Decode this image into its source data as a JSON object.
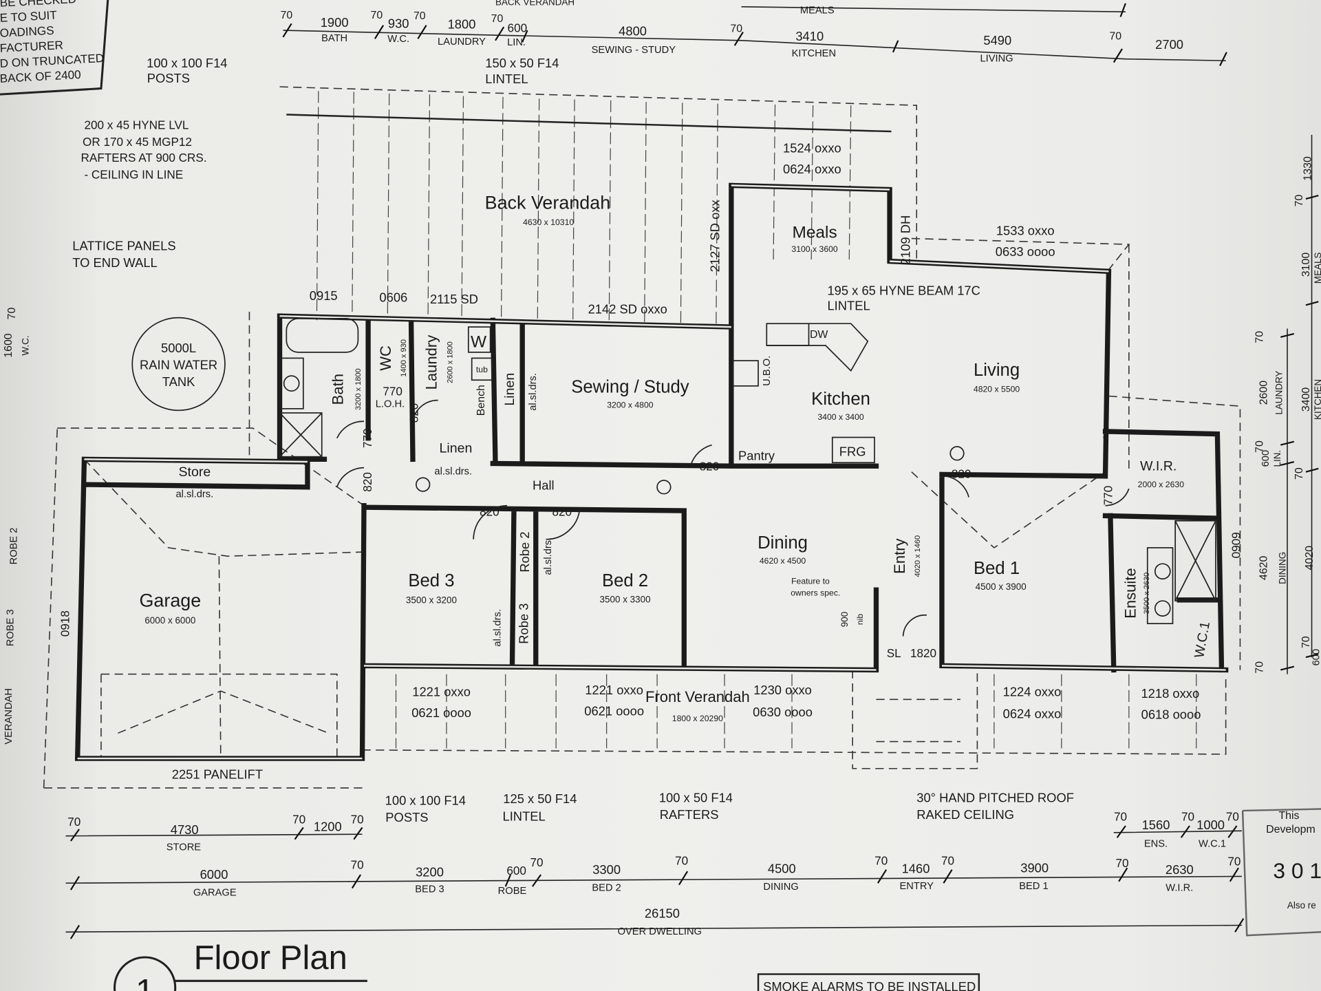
{
  "notes_box": {
    "lines": [
      "BE CHECKED",
      "E TO SUIT",
      "OADINGS",
      "FACTURER",
      "D ON TRUNCATED",
      "BACK OF 2400"
    ]
  },
  "dims_top": {
    "back_verandah": "BACK VERANDAH",
    "meals": "MEALS",
    "values": [
      "70",
      "1900",
      "70",
      "930",
      "70",
      "1800",
      "70",
      "600",
      "4800",
      "70",
      "3410",
      "5490",
      "70",
      "2700"
    ],
    "names": [
      "BATH",
      "W.C.",
      "LAUNDRY",
      "LIN.",
      "SEWING - STUDY",
      "KITCHEN",
      "LIVING"
    ]
  },
  "dims_right": {
    "values": [
      "1330",
      "70",
      "3100",
      "70",
      "2600",
      "3400",
      "70",
      "600",
      "70",
      "4620",
      "4020",
      "70",
      "70",
      "600"
    ],
    "names": [
      "MEALS",
      "LAUNDRY",
      "KITCHEN",
      "LIN.",
      "DINING"
    ]
  },
  "dims_left": {
    "values": [
      "70",
      "1600"
    ],
    "names": [
      "W.C.",
      "ROBE 2",
      "ROBE 3",
      "VERANDAH"
    ]
  },
  "dims_bottom": {
    "row1": [
      "70",
      "4730",
      "70",
      "1200",
      "70"
    ],
    "row1_names": [
      "STORE"
    ],
    "row1_right": [
      "70",
      "1560",
      "70",
      "1000",
      "70"
    ],
    "row1_right_names": [
      "ENS.",
      "W.C.1"
    ],
    "row2": [
      "6000",
      "70",
      "3200",
      "600",
      "70",
      "3300",
      "70",
      "4500",
      "70",
      "1460",
      "70",
      "3900",
      "70",
      "2630",
      "70"
    ],
    "row2_names": [
      "GARAGE",
      "BED 3",
      "ROBE",
      "BED 2",
      "DINING",
      "ENTRY",
      "BED 1",
      "W.I.R."
    ],
    "total": "26150",
    "total_name": "OVER DWELLING"
  },
  "annotations": {
    "posts_top": [
      "100 x 100 F14",
      "POSTS"
    ],
    "lintel_top": [
      "150 x 50 F14",
      "LINTEL"
    ],
    "rafters_top": [
      "200 x 45 HYNE LVL",
      "OR 170 x 45 MGP12",
      "RAFTERS AT 900 CRS.",
      "- CEILING IN LINE"
    ],
    "lattice": [
      "LATTICE PANELS",
      "TO END WALL"
    ],
    "beam": [
      "195 x 65 HYNE BEAM 17C",
      "LINTEL"
    ],
    "tank": [
      "5000L",
      "RAIN WATER",
      "TANK"
    ],
    "posts_bottom": [
      "100 x 100 F14",
      "POSTS"
    ],
    "lintel_bottom": [
      "125 x 50 F14",
      "LINTEL"
    ],
    "rafters_bottom": [
      "100 x 50 F14",
      "RAFTERS"
    ],
    "roof": [
      "30° HAND PITCHED ROOF",
      "RAKED CEILING"
    ],
    "feature": [
      "Feature to",
      "owners spec."
    ],
    "panelift": "2251 PANELIFT",
    "nib": [
      "900",
      "nib"
    ]
  },
  "rooms": {
    "back_verandah": [
      "Back Verandah",
      "4630 x 10310"
    ],
    "meals": [
      "Meals",
      "3100 x 3600"
    ],
    "bath": [
      "Bath",
      "3200 x 1800"
    ],
    "wc": [
      "WC",
      "1400 x 930"
    ],
    "laundry": [
      "Laundry",
      "2600 x 1800"
    ],
    "sewing": [
      "Sewing / Study",
      "3200 x 4800"
    ],
    "kitchen": [
      "Kitchen",
      "3400 x 3400"
    ],
    "living": [
      "Living",
      "4820 x 5500"
    ],
    "wir": [
      "W.I.R.",
      "2000 x 2630"
    ],
    "bed3": [
      "Bed 3",
      "3500 x 3200"
    ],
    "bed2": [
      "Bed 2",
      "3500 x 3300"
    ],
    "dining": [
      "Dining",
      "4620 x 4500"
    ],
    "entry": [
      "Entry",
      "4020 x 1460"
    ],
    "bed1": [
      "Bed 1",
      "4500 x 3900"
    ],
    "ensuite": [
      "Ensuite",
      "3500 x 2630"
    ],
    "garage": [
      "Garage",
      "6000 x 6000"
    ],
    "front_verandah": [
      "Front Verandah",
      "1800 x 20290"
    ],
    "store": "Store",
    "hall": "Hall",
    "pantry": "Pantry",
    "linen_v": "Linen",
    "linen_h": "Linen",
    "robe2": "Robe 2",
    "robe3": "Robe 3",
    "wc1": "W.C.1"
  },
  "fixtures": {
    "w": "W",
    "tub": "tub",
    "bench": "Bench",
    "dw": "DW",
    "ubo": "U.B.O.",
    "frg": "FRG",
    "loh": [
      "770",
      "L.O.H."
    ],
    "sl": "SL",
    "entry_door": "1820",
    "sliding": "al.sl.drs."
  },
  "doors": [
    "820",
    "770",
    "820",
    "820",
    "820",
    "820",
    "820",
    "770"
  ],
  "windows": {
    "back": [
      "0915",
      "0606",
      "2115 SD",
      "2142 SD oxxo",
      "2127 SD oxx",
      "2109 DH"
    ],
    "meals": [
      "1524 oxxo",
      "0624 oxxo"
    ],
    "living": [
      "1533 oxxo",
      "0633 oooo"
    ],
    "ensuite": "0909",
    "garage": "0918",
    "front": [
      [
        "1221 oxxo",
        "0621 oooo"
      ],
      [
        "1221 oxxo",
        "0621 oooo"
      ],
      [
        "1230 oxxo",
        "0630 oooo"
      ],
      [
        "1224 oxxo",
        "0624 oxxo"
      ],
      [
        "1218 oxxo",
        "0618 oooo"
      ]
    ]
  },
  "title": {
    "number": "1",
    "text": "Floor Plan"
  },
  "footer_note": "SMOKE ALARMS TO BE INSTALLED",
  "stamp": [
    "This",
    "Developm",
    "3 0 1",
    "Also re"
  ]
}
